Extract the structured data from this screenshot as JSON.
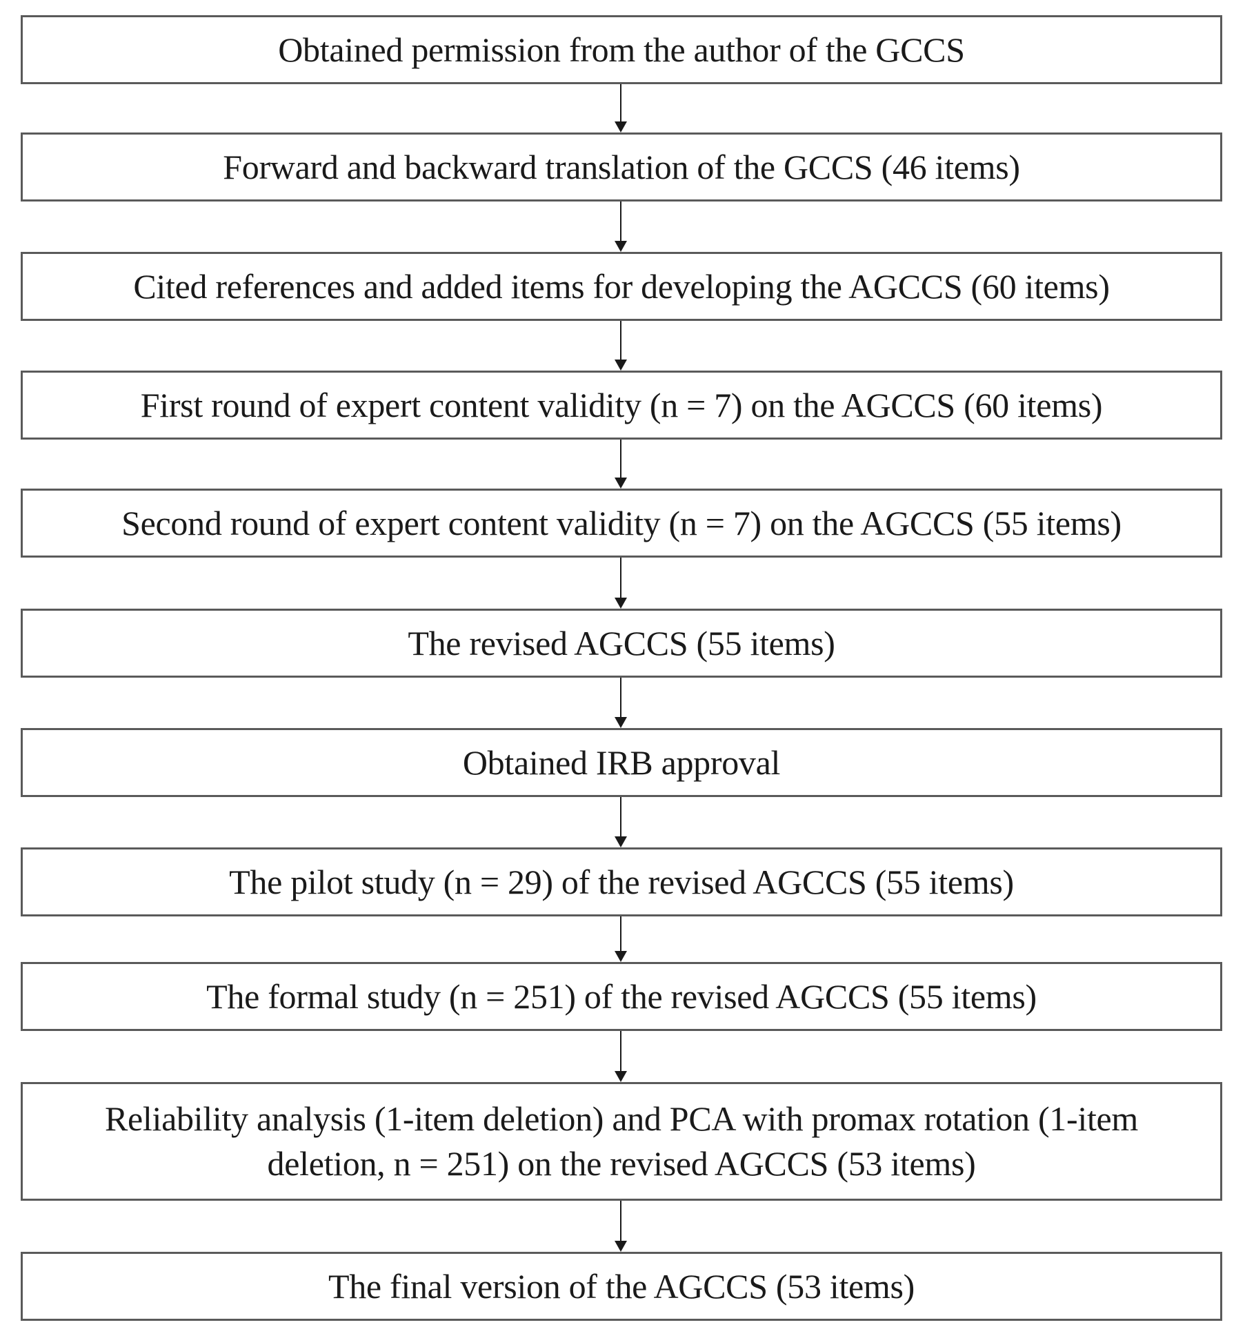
{
  "diagram": {
    "steps": [
      {
        "text": "Obtained permission from the author of the GCCS"
      },
      {
        "text": "Forward and backward translation of the GCCS (46 items)"
      },
      {
        "text": "Cited references and added items  for developing the AGCCS (60 items)"
      },
      {
        "text": "First round of expert content validity (n = 7) on the AGCCS (60 items)"
      },
      {
        "text": "Second round of expert content validity (n = 7) on the AGCCS (55 items)"
      },
      {
        "text": "The revised AGCCS (55 items)"
      },
      {
        "text": "Obtained IRB approval"
      },
      {
        "text": "The pilot study (n = 29) of the revised AGCCS (55 items)"
      },
      {
        "text": "The formal study (n = 251) of the revised AGCCS (55 items)"
      },
      {
        "text": "Reliability analysis (1-item deletion) and PCA with promax rotation (1-item deletion, n = 251) on the revised AGCCS (53 items)"
      },
      {
        "text": "The final version of the  AGCCS (53 items)"
      }
    ],
    "colors": {
      "box_border": "#5a5a5a",
      "text": "#1a1a1a",
      "arrow": "#1a1a1a",
      "background": "#ffffff"
    }
  }
}
